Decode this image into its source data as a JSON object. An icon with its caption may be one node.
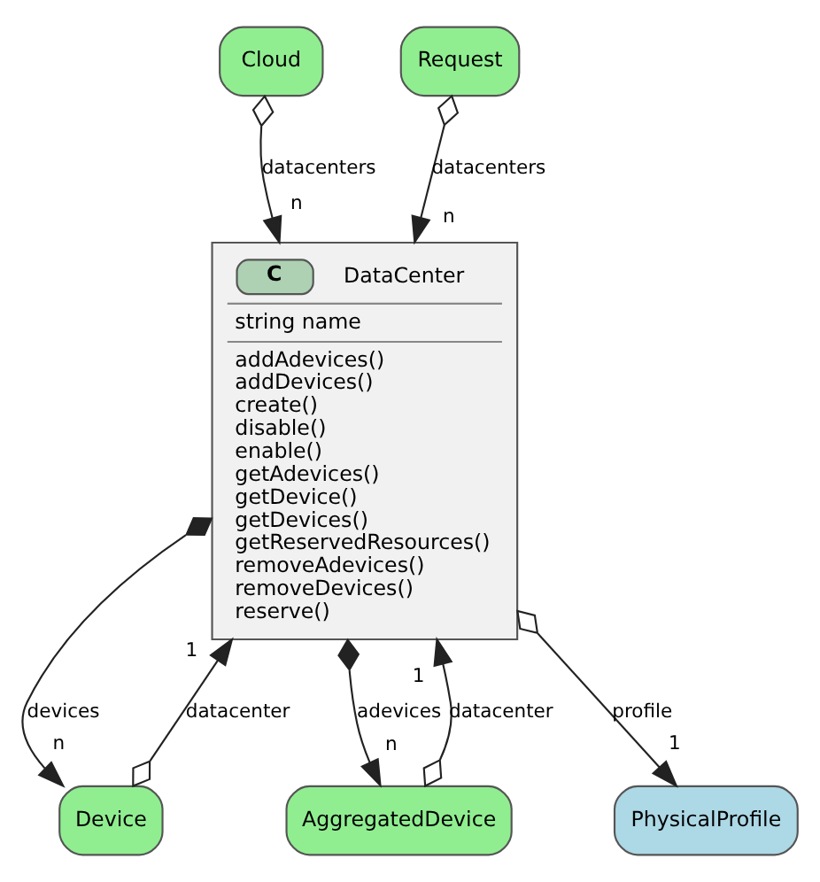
{
  "diagram": {
    "nodes": [
      {
        "text": [
          "Cloud"
        ]
      },
      {
        "text": [
          "Request"
        ]
      },
      {
        "text": [
          "C",
          "DataCenter",
          "string name",
          "addAdevices()",
          "addDevices()",
          "create()",
          "disable()",
          "enable()",
          "getAdevices()",
          "getDevice()",
          "getDevices()",
          "getReservedResources()",
          "removeAdevices()",
          "removeDevices()",
          "reserve()"
        ]
      },
      {
        "text": [
          "Device"
        ]
      },
      {
        "text": [
          "AggregatedDevice"
        ]
      },
      {
        "text": [
          "PhysicalProfile"
        ]
      }
    ],
    "edges": [
      {
        "from": 0,
        "to": 2,
        "arrow": "to",
        "label": "datacenters"
      },
      {
        "from": 1,
        "to": 2,
        "arrow": "to",
        "label": "datacenters"
      },
      {
        "from": 2,
        "to": 3,
        "arrow": "to",
        "label": "devices"
      },
      {
        "from": 3,
        "to": 2,
        "arrow": "to",
        "label": "datacenter"
      },
      {
        "from": 2,
        "to": 4,
        "arrow": "to",
        "label": "adevices"
      },
      {
        "from": 4,
        "to": 2,
        "arrow": "to",
        "label": "datacenter"
      },
      {
        "from": 2,
        "to": 5,
        "arrow": "to",
        "label": "profile"
      }
    ],
    "labels": [
      "n",
      "n",
      "n",
      "1",
      "n",
      "1",
      "1"
    ]
  }
}
